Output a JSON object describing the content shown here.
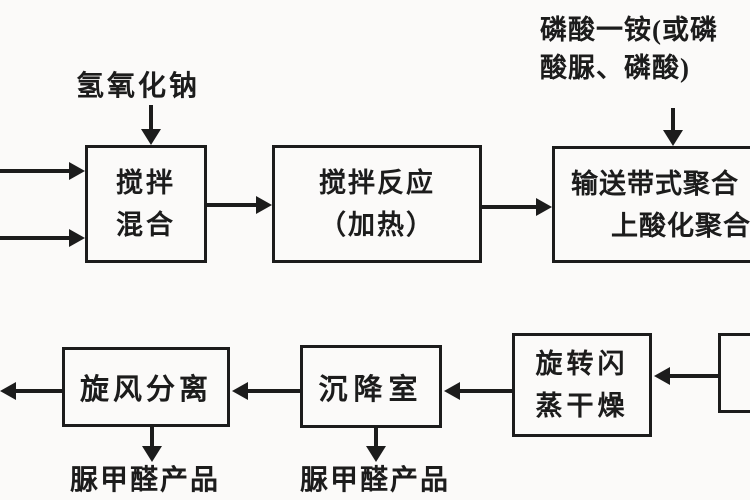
{
  "colors": {
    "ink": "#1c1c1c",
    "background": "#fbfaf9"
  },
  "inputs": {
    "naoh": "氢氧化钠",
    "phosphate_line1": "磷酸一铵(或磷",
    "phosphate_line2": "酸脲、磷酸)"
  },
  "process_boxes": {
    "mix": {
      "line1": "搅拌",
      "line2": "混合"
    },
    "react": {
      "line1": "搅拌反应",
      "line2": "（加热）"
    },
    "conveyor": {
      "line1": "输送带式聚合",
      "line2": "上酸化聚合"
    },
    "cyclone": {
      "label": "旋风分离"
    },
    "settling": {
      "label": "沉降室"
    },
    "dryer": {
      "line1": "旋转闪",
      "line2": "蒸干燥"
    }
  },
  "outputs": {
    "product_left": "脲甲醛产品",
    "product_right": "脲甲醛产品"
  }
}
